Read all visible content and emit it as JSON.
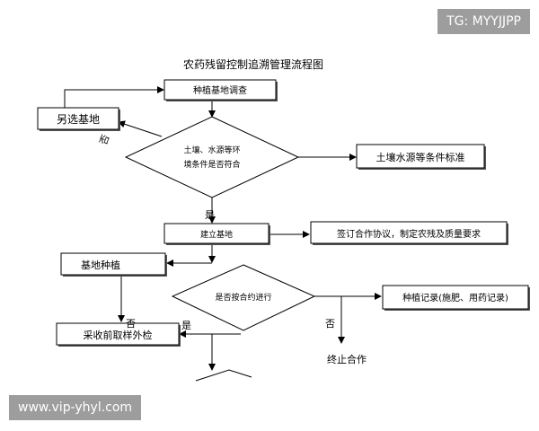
{
  "diagram": {
    "title": "农药残留控制追溯管理流程图",
    "nodes": {
      "survey": "种植基地调查",
      "alt_base": "另选基地",
      "soil_check_line1": "土壤、水源等环",
      "soil_check_line2": "境条件是否符合",
      "soil_standard": "土壤水源等条件标准",
      "build_base": "建立基地",
      "sign_agreement": "签订合作协议，制定农残及质量要求",
      "base_planting": "基地种植",
      "contract_check": "是否按合约进行",
      "planting_record": "种植记录(施肥、用药记录)",
      "pre_harvest": "采收前取样外检",
      "terminate": "终止合作"
    },
    "edge_labels": {
      "soil_no": "否",
      "soil_yes": "是",
      "contract_yes": "是",
      "contract_no_right": "否",
      "contract_no_left": "否"
    }
  },
  "watermarks": {
    "tg": "TG: MYYJJPP",
    "url": "www.vip-yhyl.com"
  },
  "colors": {
    "line": "#000000",
    "box_fill": "#ffffff",
    "shadow": "#555555",
    "badge_bg": "#8c8c8c",
    "badge_text": "#ffffff"
  }
}
